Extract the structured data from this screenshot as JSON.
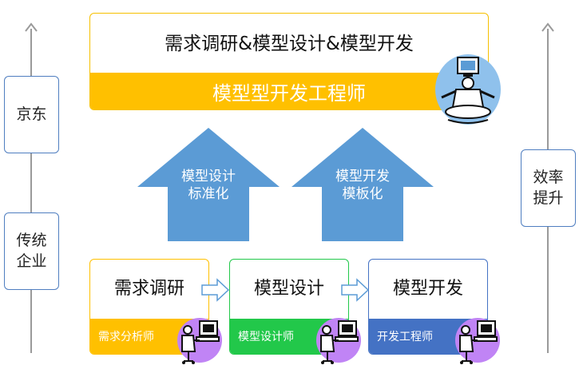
{
  "left_axis": {
    "top_label": "京东",
    "bottom_label_line1": "传统",
    "bottom_label_line2": "企业"
  },
  "right_axis": {
    "label_line1": "效率",
    "label_line2": "提升"
  },
  "top": {
    "title": "需求调研&模型设计&模型开发",
    "role": "模型型开发工程师"
  },
  "arrows": [
    {
      "line1": "模型设计",
      "line2": "标准化"
    },
    {
      "line1": "模型开发",
      "line2": "模板化"
    }
  ],
  "stages": [
    {
      "title": "需求调研",
      "role": "需求分析师",
      "color": "#ffc000"
    },
    {
      "title": "模型设计",
      "role": "模型设计师",
      "color": "#22c84a"
    },
    {
      "title": "模型开发",
      "role": "开发工程师",
      "color": "#4472c4"
    }
  ],
  "colors": {
    "accent_yellow": "#ffc000",
    "arrow_blue": "#5b9bd5",
    "side_border": "#4f7ec0",
    "avatar_purple": "#c084f5"
  },
  "icons": {
    "top_avatar": "meditating-programmer-icon",
    "stage_avatar": "engineer-at-computer-icon",
    "flow_arrow": "right-arrow-icon"
  }
}
